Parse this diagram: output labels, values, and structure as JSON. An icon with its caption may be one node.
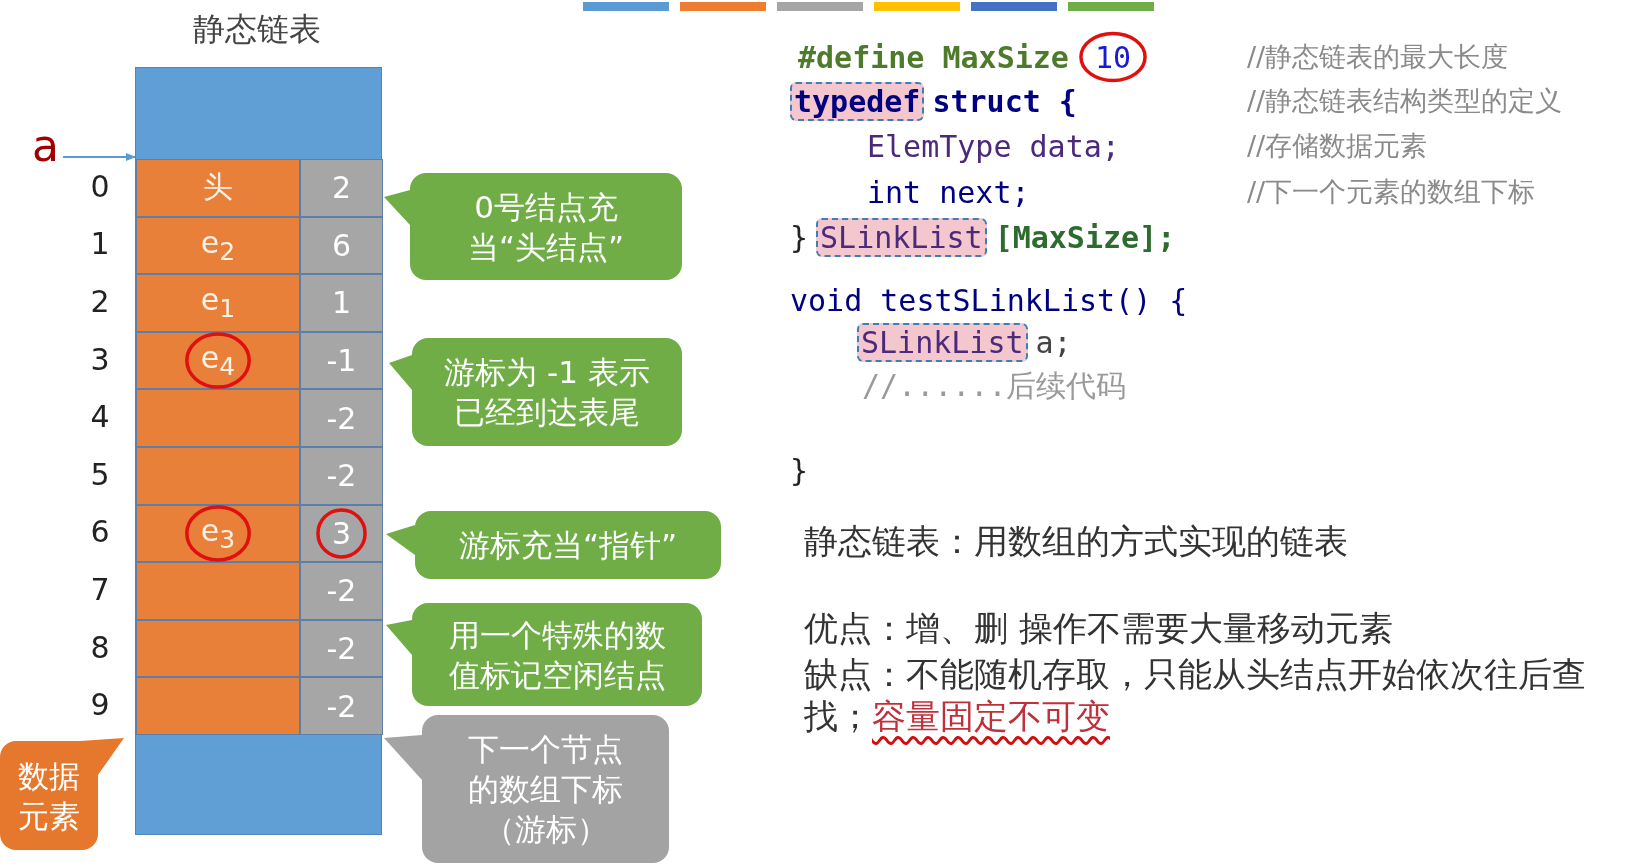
{
  "diagram": {
    "title": "静态链表",
    "nodes": [
      {
        "text": [
          "a"
        ]
      },
      {
        "text": [],
        "shape": "box"
      },
      {
        "text": [
          "头"
        ],
        "in": 1
      },
      {
        "text": [
          "e$_{2}$"
        ],
        "in": 1
      },
      {
        "text": [
          "e$_{1}$"
        ],
        "in": 1
      },
      {
        "text": [
          "e$_{4}$"
        ],
        "in": 1
      },
      {
        "text": [],
        "shape": "box",
        "in": 1
      },
      {
        "text": [],
        "shape": "box",
        "in": 1
      },
      {
        "text": [
          "e$_{3}$"
        ],
        "in": 1
      },
      {
        "text": [],
        "shape": "box",
        "in": 1
      },
      {
        "text": [],
        "shape": "box",
        "in": 1
      },
      {
        "text": [],
        "shape": "box",
        "in": 1
      },
      {
        "text": [
          "2"
        ],
        "in": 1
      },
      {
        "text": [
          "6"
        ],
        "in": 1
      },
      {
        "text": [
          "1"
        ],
        "in": 1
      },
      {
        "text": [
          "-1"
        ],
        "in": 1
      },
      {
        "text": [
          "-2"
        ],
        "in": 1
      },
      {
        "text": [
          "-2"
        ],
        "in": 1
      },
      {
        "text": [
          "3"
        ],
        "in": 1
      },
      {
        "text": [
          "-2"
        ],
        "in": 1
      },
      {
        "text": [
          "-2"
        ],
        "in": 1
      },
      {
        "text": [
          "-2"
        ],
        "in": 1
      },
      {
        "text": [
          "0号结点充当“头结点”"
        ]
      },
      {
        "text": [
          "游标为 -1 表示已经到达表尾"
        ]
      },
      {
        "text": [
          "游标充当“指针”"
        ]
      },
      {
        "text": [
          "用一个特殊的数值标记空闲结点"
        ]
      },
      {
        "text": [
          "数据元素"
        ]
      },
      {
        "text": [
          "下一个节点的数组下标（游标）"
        ]
      }
    ],
    "edges": [
      {
        "from": 0,
        "to": 1,
        "arrow": "to"
      }
    ],
    "labels": [
      "0",
      "1",
      "2",
      "3",
      "4",
      "5",
      "6",
      "7",
      "8",
      "9",
      "#define MaxSize",
      "10",
      "//静态链表的最大长度",
      "typedef",
      "struct {",
      "//静态链表结构类型的定义",
      "ElemType data;",
      "//存储数据元素",
      "int next;",
      "//下一个元素的数组下标",
      "}",
      "SLinkList",
      "[MaxSize];",
      "void testSLinkList() {",
      "SLinkList",
      "a;",
      "//......后续代码",
      "}",
      "静态链表：用数组的方式实现的链表",
      "优点：增、删 操作不需要大量移动元素",
      "缺点：不能随机存取，只能从头结点开始依次往后查找；",
      "容量固定不可变"
    ]
  }
}
